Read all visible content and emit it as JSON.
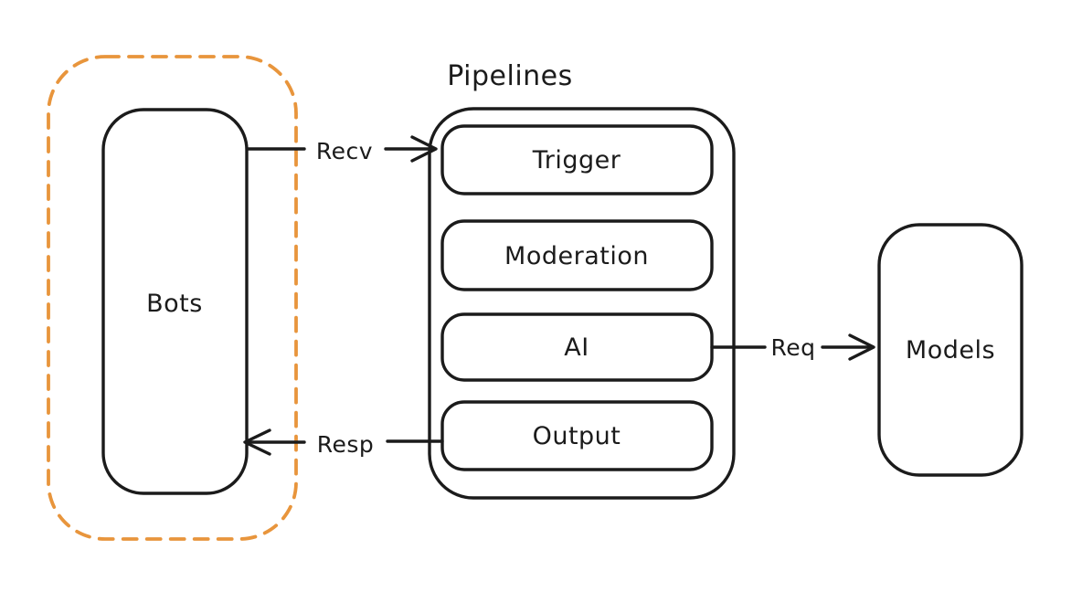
{
  "diagram": {
    "style": "hand-drawn",
    "colors": {
      "stroke": "#1b1b1b",
      "accent_dashed_group": "#e8953c",
      "background": "#ffffff",
      "shape_fill": "#ffffff"
    },
    "groups": {
      "bots_group": {
        "name": "bots-dashed-group",
        "border_style": "dashed",
        "contains": [
          "Bots"
        ]
      }
    },
    "nodes": {
      "bots": {
        "label": "Bots"
      },
      "models": {
        "label": "Models"
      }
    },
    "pipelines": {
      "title": "Pipelines",
      "stages": [
        {
          "label": "Trigger"
        },
        {
          "label": "Moderation"
        },
        {
          "label": "AI"
        },
        {
          "label": "Output"
        }
      ]
    },
    "edges": {
      "recv": {
        "label": "Recv",
        "from": "Bots",
        "to": "Pipelines.Trigger",
        "direction": "right"
      },
      "req": {
        "label": "Req",
        "from": "Pipelines.AI",
        "to": "Models",
        "direction": "right"
      },
      "resp": {
        "label": "Resp",
        "from": "Pipelines.Output",
        "to": "Bots",
        "direction": "left"
      }
    }
  }
}
